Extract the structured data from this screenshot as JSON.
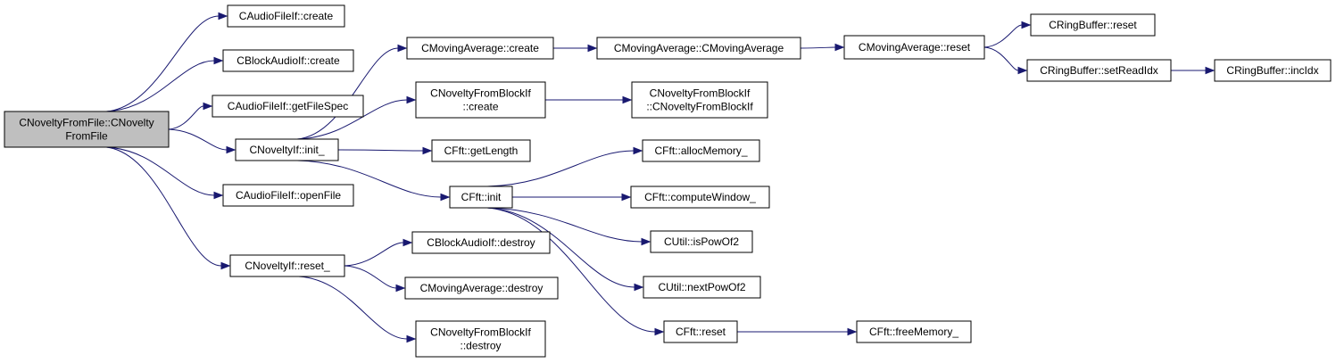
{
  "graph": {
    "edge_color": "#191970",
    "root_fill": "#bfbfbf",
    "node_fill": "#ffffff",
    "nodes": {
      "root": [
        "CNoveltyFromFile::CNovelty",
        "FromFile"
      ],
      "audio_create": [
        "CAudioFileIf::create"
      ],
      "block_create": [
        "CBlockAudioIf::create"
      ],
      "getfilespec": [
        "CAudioFileIf::getFileSpec"
      ],
      "init": [
        "CNoveltyIf::init_"
      ],
      "openfile": [
        "CAudioFileIf::openFile"
      ],
      "reset_": [
        "CNoveltyIf::reset_"
      ],
      "ma_create": [
        "CMovingAverage::create"
      ],
      "nfb_create": [
        "CNoveltyFromBlockIf",
        "::create"
      ],
      "getlength": [
        "CFft::getLength"
      ],
      "fft_init": [
        "CFft::init"
      ],
      "block_destroy": [
        "CBlockAudioIf::destroy"
      ],
      "ma_destroy": [
        "CMovingAverage::destroy"
      ],
      "nfb_destroy": [
        "CNoveltyFromBlockIf",
        "::destroy"
      ],
      "ma_ctor": [
        "CMovingAverage::CMovingAverage"
      ],
      "nfb_ctor": [
        "CNoveltyFromBlockIf",
        "::CNoveltyFromBlockIf"
      ],
      "allocmem": [
        "CFft::allocMemory_"
      ],
      "computewin": [
        "CFft::computeWindow_"
      ],
      "ispow2": [
        "CUtil::isPowOf2"
      ],
      "nextpow2": [
        "CUtil::nextPowOf2"
      ],
      "fft_reset": [
        "CFft::reset"
      ],
      "ma_reset": [
        "CMovingAverage::reset"
      ],
      "freemem": [
        "CFft::freeMemory_"
      ],
      "rb_reset": [
        "CRingBuffer::reset"
      ],
      "rb_setread": [
        "CRingBuffer::setReadIdx"
      ],
      "rb_inc": [
        "CRingBuffer::incIdx"
      ]
    },
    "edges": [
      [
        "root",
        "audio_create"
      ],
      [
        "root",
        "block_create"
      ],
      [
        "root",
        "getfilespec"
      ],
      [
        "root",
        "init"
      ],
      [
        "root",
        "openfile"
      ],
      [
        "root",
        "reset_"
      ],
      [
        "init",
        "ma_create"
      ],
      [
        "init",
        "nfb_create"
      ],
      [
        "init",
        "getlength"
      ],
      [
        "init",
        "fft_init"
      ],
      [
        "reset_",
        "block_destroy"
      ],
      [
        "reset_",
        "ma_destroy"
      ],
      [
        "reset_",
        "nfb_destroy"
      ],
      [
        "ma_create",
        "ma_ctor"
      ],
      [
        "nfb_create",
        "nfb_ctor"
      ],
      [
        "fft_init",
        "allocmem"
      ],
      [
        "fft_init",
        "computewin"
      ],
      [
        "fft_init",
        "ispow2"
      ],
      [
        "fft_init",
        "nextpow2"
      ],
      [
        "fft_init",
        "fft_reset"
      ],
      [
        "ma_ctor",
        "ma_reset"
      ],
      [
        "fft_reset",
        "freemem"
      ],
      [
        "ma_reset",
        "rb_reset"
      ],
      [
        "ma_reset",
        "rb_setread"
      ],
      [
        "rb_setread",
        "rb_inc"
      ]
    ]
  }
}
